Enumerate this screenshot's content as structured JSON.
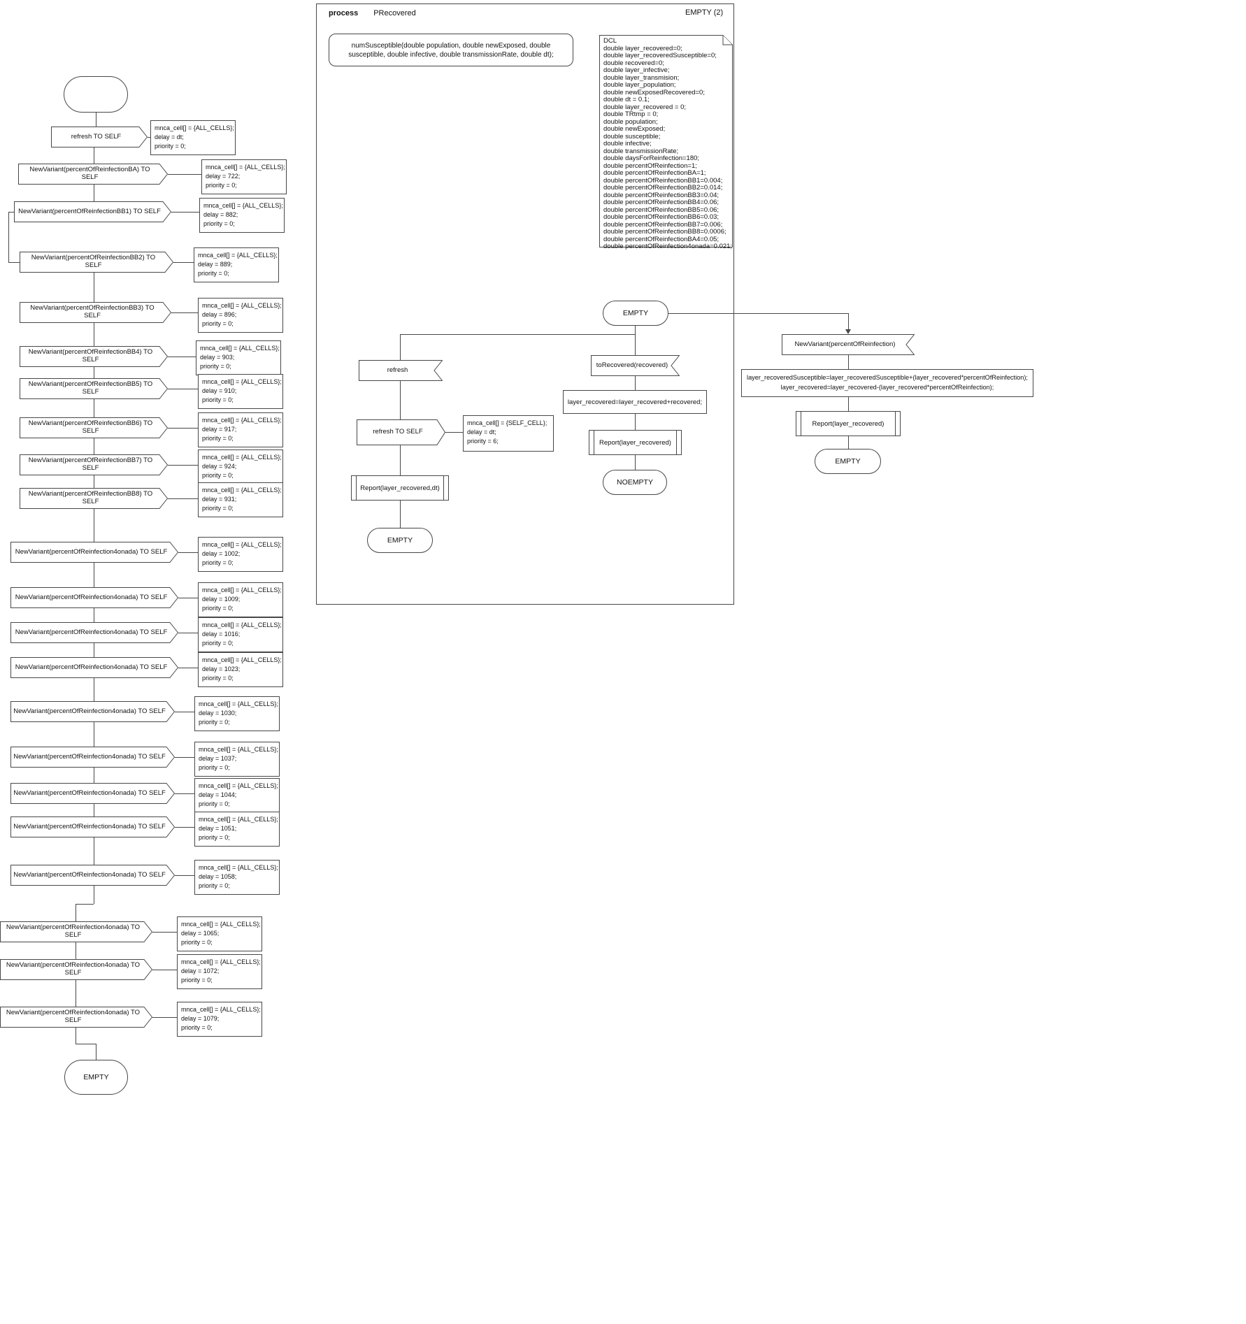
{
  "colors": {
    "stroke": "#474747",
    "background": "#ffffff",
    "text": "#111111"
  },
  "left_chain": {
    "end_label": "EMPTY",
    "items": [
      {
        "label": "refresh TO SELF",
        "annotation": [
          "mnca_cell[] = {ALL_CELLS};",
          "delay = dt;",
          "priority = 0;"
        ]
      },
      {
        "label": "NewVariant(percentOfReinfectionBA) TO SELF",
        "annotation": [
          "mnca_cell[] = {ALL_CELLS};",
          "delay = 722;",
          "priority = 0;"
        ]
      },
      {
        "label": "NewVariant(percentOfReinfectionBB1) TO SELF",
        "annotation": [
          "mnca_cell[] = {ALL_CELLS};",
          "delay = 882;",
          "priority = 0;"
        ]
      },
      {
        "label": "NewVariant(percentOfReinfectionBB2) TO SELF",
        "annotation": [
          "mnca_cell[] = {ALL_CELLS};",
          "delay = 889;",
          "priority = 0;"
        ]
      },
      {
        "label": "NewVariant(percentOfReinfectionBB3) TO SELF",
        "annotation": [
          "mnca_cell[] = {ALL_CELLS};",
          "delay = 896;",
          "priority = 0;"
        ]
      },
      {
        "label": "NewVariant(percentOfReinfectionBB4) TO SELF",
        "annotation": [
          "mnca_cell[] = {ALL_CELLS};",
          "delay = 903;",
          "priority = 0;"
        ]
      },
      {
        "label": "NewVariant(percentOfReinfectionBB5) TO SELF",
        "annotation": [
          "mnca_cell[] = {ALL_CELLS};",
          "delay = 910;",
          "priority = 0;"
        ]
      },
      {
        "label": "NewVariant(percentOfReinfectionBB6) TO SELF",
        "annotation": [
          "mnca_cell[] = {ALL_CELLS};",
          "delay = 917;",
          "priority = 0;"
        ]
      },
      {
        "label": "NewVariant(percentOfReinfectionBB7) TO SELF",
        "annotation": [
          "mnca_cell[] = {ALL_CELLS};",
          "delay = 924;",
          "priority = 0;"
        ]
      },
      {
        "label": "NewVariant(percentOfReinfectionBB8) TO SELF",
        "annotation": [
          "mnca_cell[] = {ALL_CELLS};",
          "delay = 931;",
          "priority = 0;"
        ]
      },
      {
        "label": "NewVariant(percentOfReinfection4onada) TO SELF",
        "annotation": [
          "mnca_cell[] = {ALL_CELLS};",
          "delay = 1002;",
          "priority = 0;"
        ]
      },
      {
        "label": "NewVariant(percentOfReinfection4onada) TO SELF",
        "annotation": [
          "mnca_cell[] = {ALL_CELLS};",
          "delay = 1009;",
          "priority = 0;"
        ]
      },
      {
        "label": "NewVariant(percentOfReinfection4onada) TO SELF",
        "annotation": [
          "mnca_cell[] = {ALL_CELLS};",
          "delay = 1016;",
          "priority = 0;"
        ]
      },
      {
        "label": "NewVariant(percentOfReinfection4onada) TO SELF",
        "annotation": [
          "mnca_cell[] = {ALL_CELLS};",
          "delay = 1023;",
          "priority = 0;"
        ]
      },
      {
        "label": "NewVariant(percentOfReinfection4onada) TO SELF",
        "annotation": [
          "mnca_cell[] = {ALL_CELLS};",
          "delay = 1030;",
          "priority = 0;"
        ]
      },
      {
        "label": "NewVariant(percentOfReinfection4onada) TO SELF",
        "annotation": [
          "mnca_cell[] = {ALL_CELLS};",
          "delay = 1037;",
          "priority = 0;"
        ]
      },
      {
        "label": "NewVariant(percentOfReinfection4onada) TO SELF",
        "annotation": [
          "mnca_cell[] = {ALL_CELLS};",
          "delay = 1044;",
          "priority = 0;"
        ]
      },
      {
        "label": "NewVariant(percentOfReinfection4onada) TO SELF",
        "annotation": [
          "mnca_cell[] = {ALL_CELLS};",
          "delay = 1051;",
          "priority = 0;"
        ]
      },
      {
        "label": "NewVariant(percentOfReinfection4onada) TO SELF",
        "annotation": [
          "mnca_cell[] = {ALL_CELLS};",
          "delay = 1058;",
          "priority = 0;"
        ]
      },
      {
        "label": "NewVariant(percentOfReinfection4onada) TO SELF",
        "annotation": [
          "mnca_cell[] = {ALL_CELLS};",
          "delay = 1065;",
          "priority = 0;"
        ]
      },
      {
        "label": "NewVariant(percentOfReinfection4onada) TO SELF",
        "annotation": [
          "mnca_cell[] = {ALL_CELLS};",
          "delay = 1072;",
          "priority = 0;"
        ]
      },
      {
        "label": "NewVariant(percentOfReinfection4onada) TO SELF",
        "annotation": [
          "mnca_cell[] = {ALL_CELLS};",
          "delay = 1079;",
          "priority = 0;"
        ]
      }
    ]
  },
  "process_frame": {
    "keyword": "process",
    "name": "PRecovered",
    "corner_label": "EMPTY (2)",
    "procedure_decl": "numSusceptible(double population, double newExposed, double susceptible, double infective, double transmissionRate, double dt);",
    "dcl_lines": [
      "DCL",
      "double layer_recovered=0;",
      "double layer_recoveredSusceptible=0;",
      "double recovered=0;",
      "double layer_infective;",
      "double layer_transmision;",
      "double layer_population;",
      "double newExposedRecovered=0;",
      "double dt = 0.1;",
      "double layer_recovered = 0;",
      "double TRtmp = 0;",
      "double population;",
      "double newExposed;",
      "double susceptible;",
      "double infective;",
      "double transmissionRate;",
      "double daysForReinfection=180;",
      "double percentOfReinfection=1;",
      "double percentOfReinfectionBA=1;",
      "double percentOfReinfectionBB1=0.004;",
      "double percentOfReinfectionBB2=0.014;",
      "double percentOfReinfectionBB3=0.04;",
      "double percentOfReinfectionBB4=0.06;",
      "double percentOfReinfectionBB5=0.06;",
      "double percentOfReinfectionBB6=0.03;",
      "double percentOfReinfectionBB7=0.006;",
      "double percentOfReinfectionBB8=0.0006;",
      "double percentOfReinfectionBA4=0.05;",
      "double percentOfReinfection4onada=0.021;"
    ],
    "state_empty": "EMPTY",
    "branch_refresh": {
      "input": "refresh",
      "send": "refresh TO SELF",
      "send_annotation": [
        "mnca_cell[] = {SELF_CELL};",
        "delay = dt;",
        "priority = 6;"
      ],
      "report": "Report(layer_recovered,dt)",
      "end_state": "EMPTY"
    },
    "branch_torecovered": {
      "input": "toRecovered(recovered)",
      "task": "layer_recovered=layer_recovered+recovered;",
      "report": "Report(layer_recovered)",
      "end_state": "NOEMPTY"
    },
    "branch_newvariant": {
      "input": "NewVariant(percentOfReinfection)",
      "task_lines": [
        "layer_recoveredSusceptible=layer_recoveredSusceptible+(layer_recovered*percentOfReinfection);",
        "layer_recovered=layer_recovered-(layer_recovered*percentOfReinfection);"
      ],
      "report": "Report(layer_recovered)",
      "end_state": "EMPTY"
    }
  }
}
